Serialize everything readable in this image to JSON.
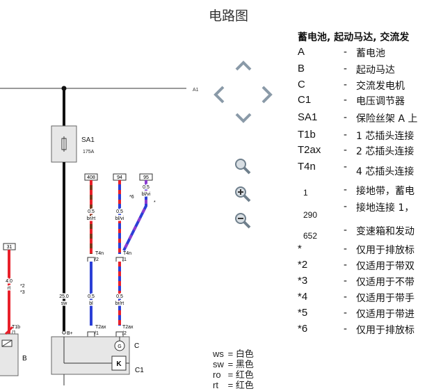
{
  "page": {
    "title": "电路图"
  },
  "diagram": {
    "rail_label": "A1",
    "fuse": {
      "id": "SA1",
      "rating": "175A"
    },
    "terminals": [
      "408",
      "94",
      "95",
      "31"
    ],
    "wires": [
      {
        "size": "0.5",
        "color": "br/rt"
      },
      {
        "size": "0.5",
        "color": "bl/vi"
      },
      {
        "size": "0.5",
        "color": "bl/vi"
      },
      {
        "size": "4.0",
        "color": "rt"
      },
      {
        "size": "25.0",
        "color": "sw"
      },
      {
        "size": "0.5",
        "color": "bl"
      },
      {
        "size": "0.5",
        "color": "br/rt"
      }
    ],
    "notes": {
      "n6": "*6",
      "star": "*",
      "n2": "*2",
      "n3": "*3"
    },
    "connectors": {
      "t4n_a": "T4n",
      "t4n_a_pin": "/2",
      "t4n_b": "T4n",
      "t4n_b_pin": "/1",
      "t1b": "T1b",
      "t1b_pin": "/1",
      "t2ax_a": "T2ax",
      "t2ax_a_pin": "/1",
      "t2ax_b": "T2ax",
      "t2ax_b_pin": "/2",
      "bplus": "B+"
    },
    "components": {
      "b": "B",
      "c": "C",
      "c1": "C1"
    }
  },
  "navigation": {
    "up": "chevron-up-icon",
    "down": "chevron-down-icon",
    "left": "chevron-left-icon",
    "right": "chevron-right-icon",
    "zoom_fit": "magnifier-icon",
    "zoom_in": "zoom-in-icon",
    "zoom_out": "zoom-out-icon"
  },
  "legend": {
    "title": "蓄电池, 起动马达, 交流发",
    "items": [
      {
        "code": "A",
        "desc": "蓄电池"
      },
      {
        "code": "B",
        "desc": "起动马达"
      },
      {
        "code": "C",
        "desc": "交流发电机"
      },
      {
        "code": "C1",
        "desc": "电压调节器"
      },
      {
        "code": "SA1",
        "desc": "保险丝架 A 上"
      },
      {
        "code": "T1b",
        "desc": "1 芯插头连接"
      },
      {
        "code": "T2ax",
        "desc": "2 芯插头连接"
      },
      {
        "code": "T4n",
        "desc": "4 芯插头连接"
      },
      {
        "code": "1",
        "desc": "接地带，蓄电"
      },
      {
        "code": "290",
        "desc": "接地连接 1，"
      },
      {
        "code": "652",
        "desc": "变速箱和发动"
      },
      {
        "code": "*",
        "desc": "仅用于排放标"
      },
      {
        "code": "*2",
        "desc": "仅适用于带双"
      },
      {
        "code": "*3",
        "desc": "仅适用于不带"
      },
      {
        "code": "*4",
        "desc": "仅适用于带手"
      },
      {
        "code": "*5",
        "desc": "仅适用于带进"
      },
      {
        "code": "*6",
        "desc": "仅用于排放标"
      }
    ]
  },
  "color_codes": [
    {
      "code": "ws",
      "desc": "白色"
    },
    {
      "code": "sw",
      "desc": "黑色"
    },
    {
      "code": "ro",
      "desc": "红色"
    },
    {
      "code": "rt",
      "desc": "红色"
    }
  ],
  "colors": {
    "red": "#e8202a",
    "blue": "#2b3fd6",
    "violet": "#8a3ccf",
    "black": "#111111",
    "nav": "#8a9aa8"
  }
}
